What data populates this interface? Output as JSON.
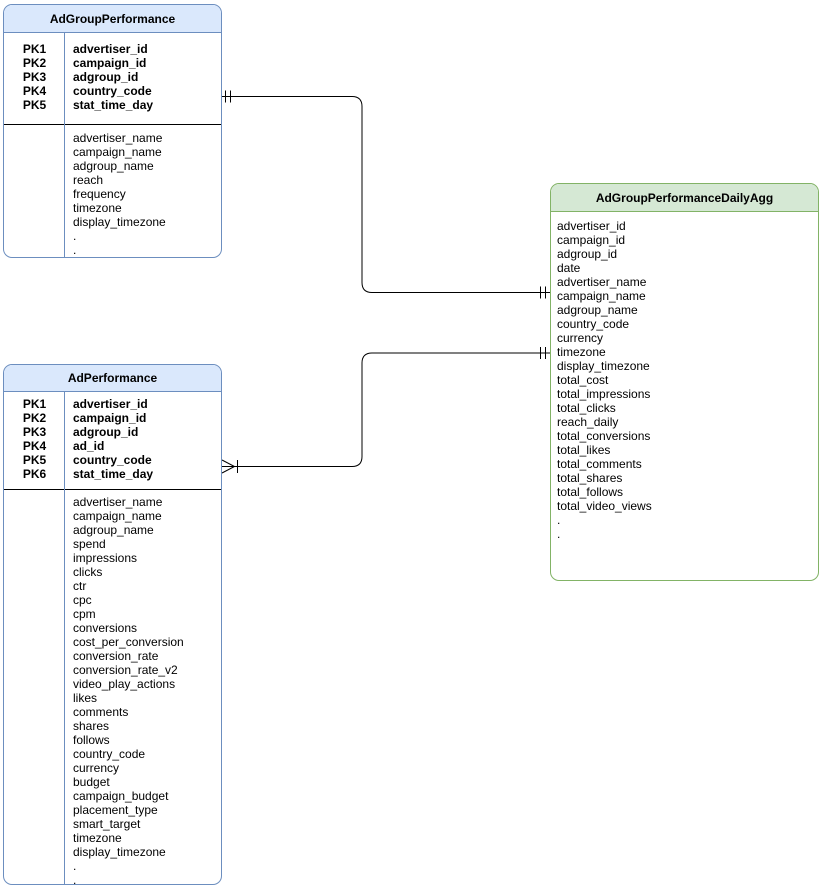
{
  "diagram": {
    "type": "entity-relationship",
    "colors": {
      "blue_header_fill": "#dae8fc",
      "blue_border": "#6c8ebf",
      "green_header_fill": "#d5e8d4",
      "green_border": "#82b366",
      "connector": "#000000"
    },
    "tables": [
      {
        "title": "AdGroupPerformance",
        "primary_keys": [
          {
            "key": "PK1",
            "field": "advertiser_id"
          },
          {
            "key": "PK2",
            "field": "campaign_id"
          },
          {
            "key": "PK3",
            "field": "adgroup_id"
          },
          {
            "key": "PK4",
            "field": "country_code"
          },
          {
            "key": "PK5",
            "field": "stat_time_day"
          }
        ],
        "attributes": [
          "advertiser_name",
          "campaign_name",
          "adgroup_name",
          "reach",
          "frequency",
          "timezone",
          "display_timezone",
          ".",
          "."
        ]
      },
      {
        "title": "AdPerformance",
        "primary_keys": [
          {
            "key": "PK1",
            "field": "advertiser_id"
          },
          {
            "key": "PK2",
            "field": "campaign_id"
          },
          {
            "key": "PK3",
            "field": "adgroup_id"
          },
          {
            "key": "PK4",
            "field": "ad_id"
          },
          {
            "key": "PK5",
            "field": "country_code"
          },
          {
            "key": "PK6",
            "field": "stat_time_day"
          }
        ],
        "attributes": [
          "advertiser_name",
          "campaign_name",
          "adgroup_name",
          "spend",
          "impressions",
          "clicks",
          "ctr",
          "cpc",
          "cpm",
          "conversions",
          "cost_per_conversion",
          "conversion_rate",
          "conversion_rate_v2",
          "video_play_actions",
          "likes",
          "comments",
          "shares",
          "follows",
          "country_code",
          "currency",
          "budget",
          "campaign_budget",
          "placement_type",
          "smart_target",
          "timezone",
          "display_timezone",
          ".",
          "."
        ]
      },
      {
        "title": "AdGroupPerformanceDailyAgg",
        "primary_keys": [],
        "attributes": [
          "advertiser_id",
          "campaign_id",
          "adgroup_id",
          "date",
          "advertiser_name",
          "campaign_name",
          "adgroup_name",
          "country_code",
          "currency",
          "timezone",
          "display_timezone",
          "total_cost",
          "total_impressions",
          "total_clicks",
          "reach_daily",
          "total_conversions",
          "total_likes",
          "total_comments",
          "total_shares",
          "total_follows",
          "total_video_views",
          ".",
          "."
        ]
      }
    ],
    "relationships": [
      {
        "from": "AdGroupPerformance",
        "to": "AdGroupPerformanceDailyAgg",
        "from_cardinality": "one-and-only-one",
        "to_cardinality": "one-and-only-one"
      },
      {
        "from": "AdPerformance",
        "to": "AdGroupPerformanceDailyAgg",
        "from_cardinality": "many",
        "to_cardinality": "one-and-only-one"
      }
    ]
  }
}
